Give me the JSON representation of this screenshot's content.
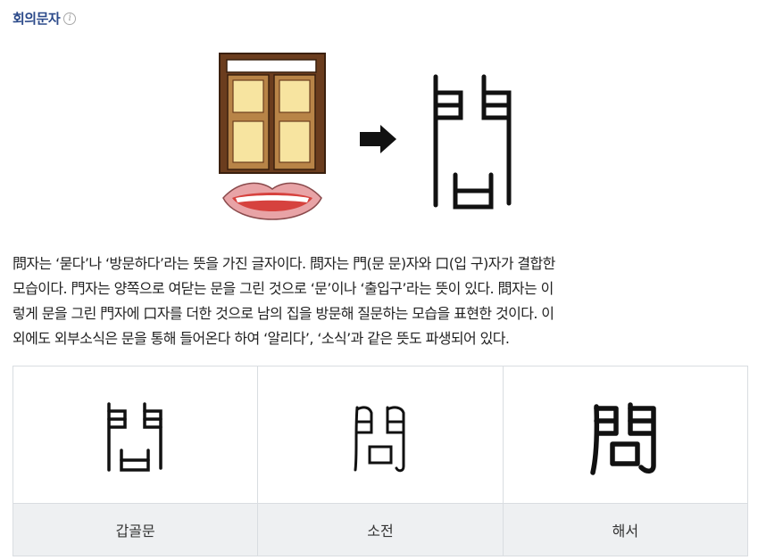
{
  "section": {
    "title": "회의문자",
    "info_icon": "info-circle-icon"
  },
  "illustration": {
    "left_image": "door-and-mouth-picture",
    "arrow_icon": "arrow-right-icon",
    "result_character": "問"
  },
  "description": {
    "lines": [
      "問자는 ‘묻다’나 ‘방문하다’라는 뜻을 가진 글자이다. 問자는 門(문 문)자와 口(입 구)자가 결합한",
      "모습이다. 門자는 양쪽으로 여닫는 문을 그린 것으로 ‘문’이나 ‘출입구’라는 뜻이 있다. 問자는 이",
      "렇게 문을 그린 門자에 口자를 더한 것으로 남의 집을 방문해 질문하는 모습을 표현한 것이다. 이",
      "외에도 외부소식은 문을 통해 들어온다 하여 ‘알리다’, ‘소식’과 같은 뜻도 파생되어 있다."
    ]
  },
  "scripts": [
    {
      "label": "갑골문",
      "character": "問"
    },
    {
      "label": "소전",
      "character": "問"
    },
    {
      "label": "해서",
      "character": "問"
    }
  ]
}
